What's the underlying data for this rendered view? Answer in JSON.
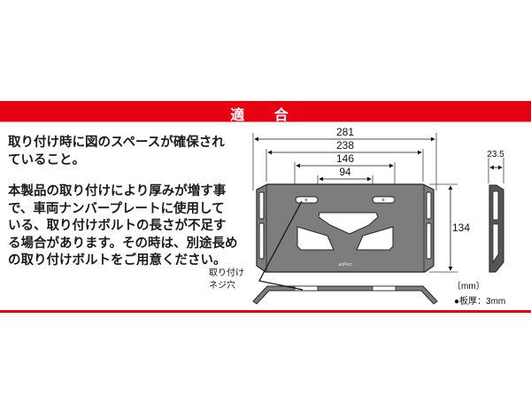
{
  "header": {
    "title": "適 合",
    "color": "#e60012"
  },
  "description": {
    "paragraph1": [
      "取り付け時に図のスペースが確保され",
      "ていること。"
    ],
    "paragraph2": [
      "本製品の取り付けにより厚みが増す事",
      "で、車両ナンバープレートに使用して",
      "いる、取り付けボルトの長さが不足す",
      "る場合があります。その時は、別途長め",
      "の取り付けボルトをご用意ください。"
    ]
  },
  "diagram": {
    "dimensions": {
      "overall_width": "281",
      "outer_hole_span": "238",
      "slot_outer_span": "146",
      "slot_inner_span": "94",
      "height": "134",
      "side_depth": "23.5"
    },
    "callout": [
      "取り付け",
      "ネジ穴"
    ],
    "logo_text": "anPizz",
    "unit": "〔mm〕",
    "thickness_note": "●板厚：3mm",
    "plate_color": "#7d7d7d"
  }
}
